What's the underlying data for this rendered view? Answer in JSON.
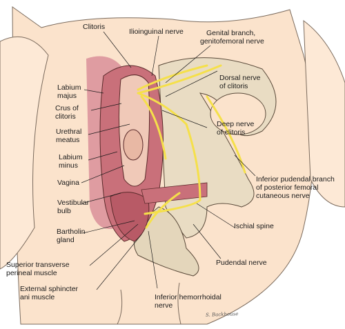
{
  "labels": {
    "clitoris": "Clitoris",
    "ilioinguinal": "Ilioinguinal nerve",
    "genital_branch_1": "Genital branch,",
    "genital_branch_2": "genitofemoral nerve",
    "labium_majus_1": "Labium",
    "labium_majus_2": "majus",
    "dorsal_nerve_1": "Dorsal nerve",
    "dorsal_nerve_2": "of clitoris",
    "crus_1": "Crus of",
    "crus_2": "clitoris",
    "urethral_1": "Urethral",
    "urethral_2": "meatus",
    "deep_nerve_1": "Deep nerve",
    "deep_nerve_2": "of clitoris",
    "labium_minus_1": "Labium",
    "labium_minus_2": "minus",
    "vagina": "Vagina",
    "inferior_pudendal_1": "Inferior pudendal branch",
    "inferior_pudendal_2": "of posterior femoral",
    "inferior_pudendal_3": "cutaneous nerve",
    "vestibular_1": "Vestibular",
    "vestibular_2": "bulb",
    "ischial_spine": "Ischial spine",
    "bartholin_1": "Bartholin",
    "bartholin_2": "gland",
    "pudendal_nerve": "Pudendal nerve",
    "superior_transverse_1": "Superior transverse",
    "superior_transverse_2": "perineal muscle",
    "external_sphincter_1": "External sphincter",
    "external_sphincter_2": "ani muscle",
    "inferior_hemorrhoidal_1": "Inferior hemorrhoidal",
    "inferior_hemorrhoidal_2": "nerve"
  },
  "signature": "S. Backhouse",
  "colors": {
    "skin": "#fbe3cc",
    "bone": "#e9dcc3",
    "muscle": "#c9707a",
    "nerve": "#f5e04a",
    "labium_shade": "#d88a96"
  }
}
